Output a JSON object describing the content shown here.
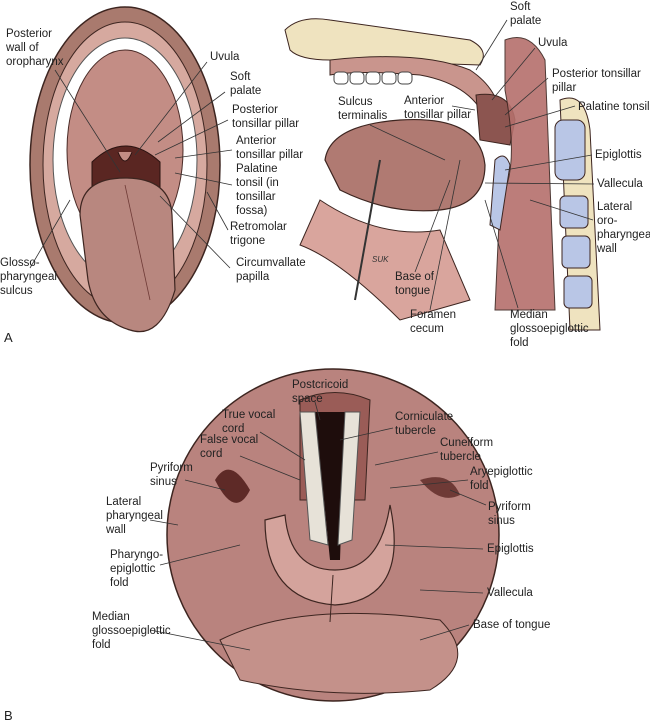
{
  "panel_a_front": {
    "labels": [
      [
        "Posterior",
        "wall of",
        "oropharynx"
      ],
      [
        "Uvula"
      ],
      [
        "Soft",
        "palate"
      ],
      [
        "Posterior",
        "tonsillar pillar"
      ],
      [
        "Anterior",
        "tonsillar pillar"
      ],
      [
        "Palatine",
        "tonsil (in",
        "tonsillar",
        "fossa)"
      ],
      [
        "Retromolar",
        "trigone"
      ],
      [
        "Circumvallate",
        "papilla"
      ],
      [
        "Glosso-",
        "pharyngeal",
        "sulcus"
      ]
    ]
  },
  "panel_a_sagittal": {
    "labels": [
      [
        "Soft",
        "palate"
      ],
      [
        "Uvula"
      ],
      [
        "Posterior tonsillar",
        "pillar"
      ],
      [
        "Palatine tonsil"
      ],
      [
        "Anterior",
        "tonsillar pillar"
      ],
      [
        "Sulcus",
        "terminalis"
      ],
      [
        "Epiglottis"
      ],
      [
        "Vallecula"
      ],
      [
        "Lateral",
        "oro-",
        "pharyngeal",
        "wall"
      ],
      [
        "Base of",
        "tongue"
      ],
      [
        "Foramen",
        "cecum"
      ],
      [
        "Median",
        "glossoepiglottic",
        "fold"
      ]
    ]
  },
  "panel_b": {
    "labels": [
      [
        "Postcricoid",
        "space"
      ],
      [
        "True vocal",
        "cord"
      ],
      [
        "False vocal",
        "cord"
      ],
      [
        "Corniculate",
        "tubercle"
      ],
      [
        "Cuneiform",
        "tubercle"
      ],
      [
        "Aryepiglottic",
        "fold"
      ],
      [
        "Pyriform",
        "sinus"
      ],
      [
        "Pyriform",
        "sinus"
      ],
      [
        "Lateral",
        "pharyngeal",
        "wall"
      ],
      [
        "Epiglottis"
      ],
      [
        "Pharyngo-",
        "epiglottic",
        "fold"
      ],
      [
        "Vallecula"
      ],
      [
        "Median",
        "glossoepiglottic",
        "fold"
      ],
      [
        "Base of tongue"
      ]
    ]
  },
  "panel_letters": {
    "a": "A",
    "b": "B"
  },
  "artist_signature": "SUK",
  "colors": {
    "tissue": "#b9837e",
    "tissue_dark": "#6e3a36",
    "lip": "#a97a6e",
    "bone": "#efe3bf",
    "cartilage": "#b9c6e6",
    "tongue": "#b8877f"
  }
}
